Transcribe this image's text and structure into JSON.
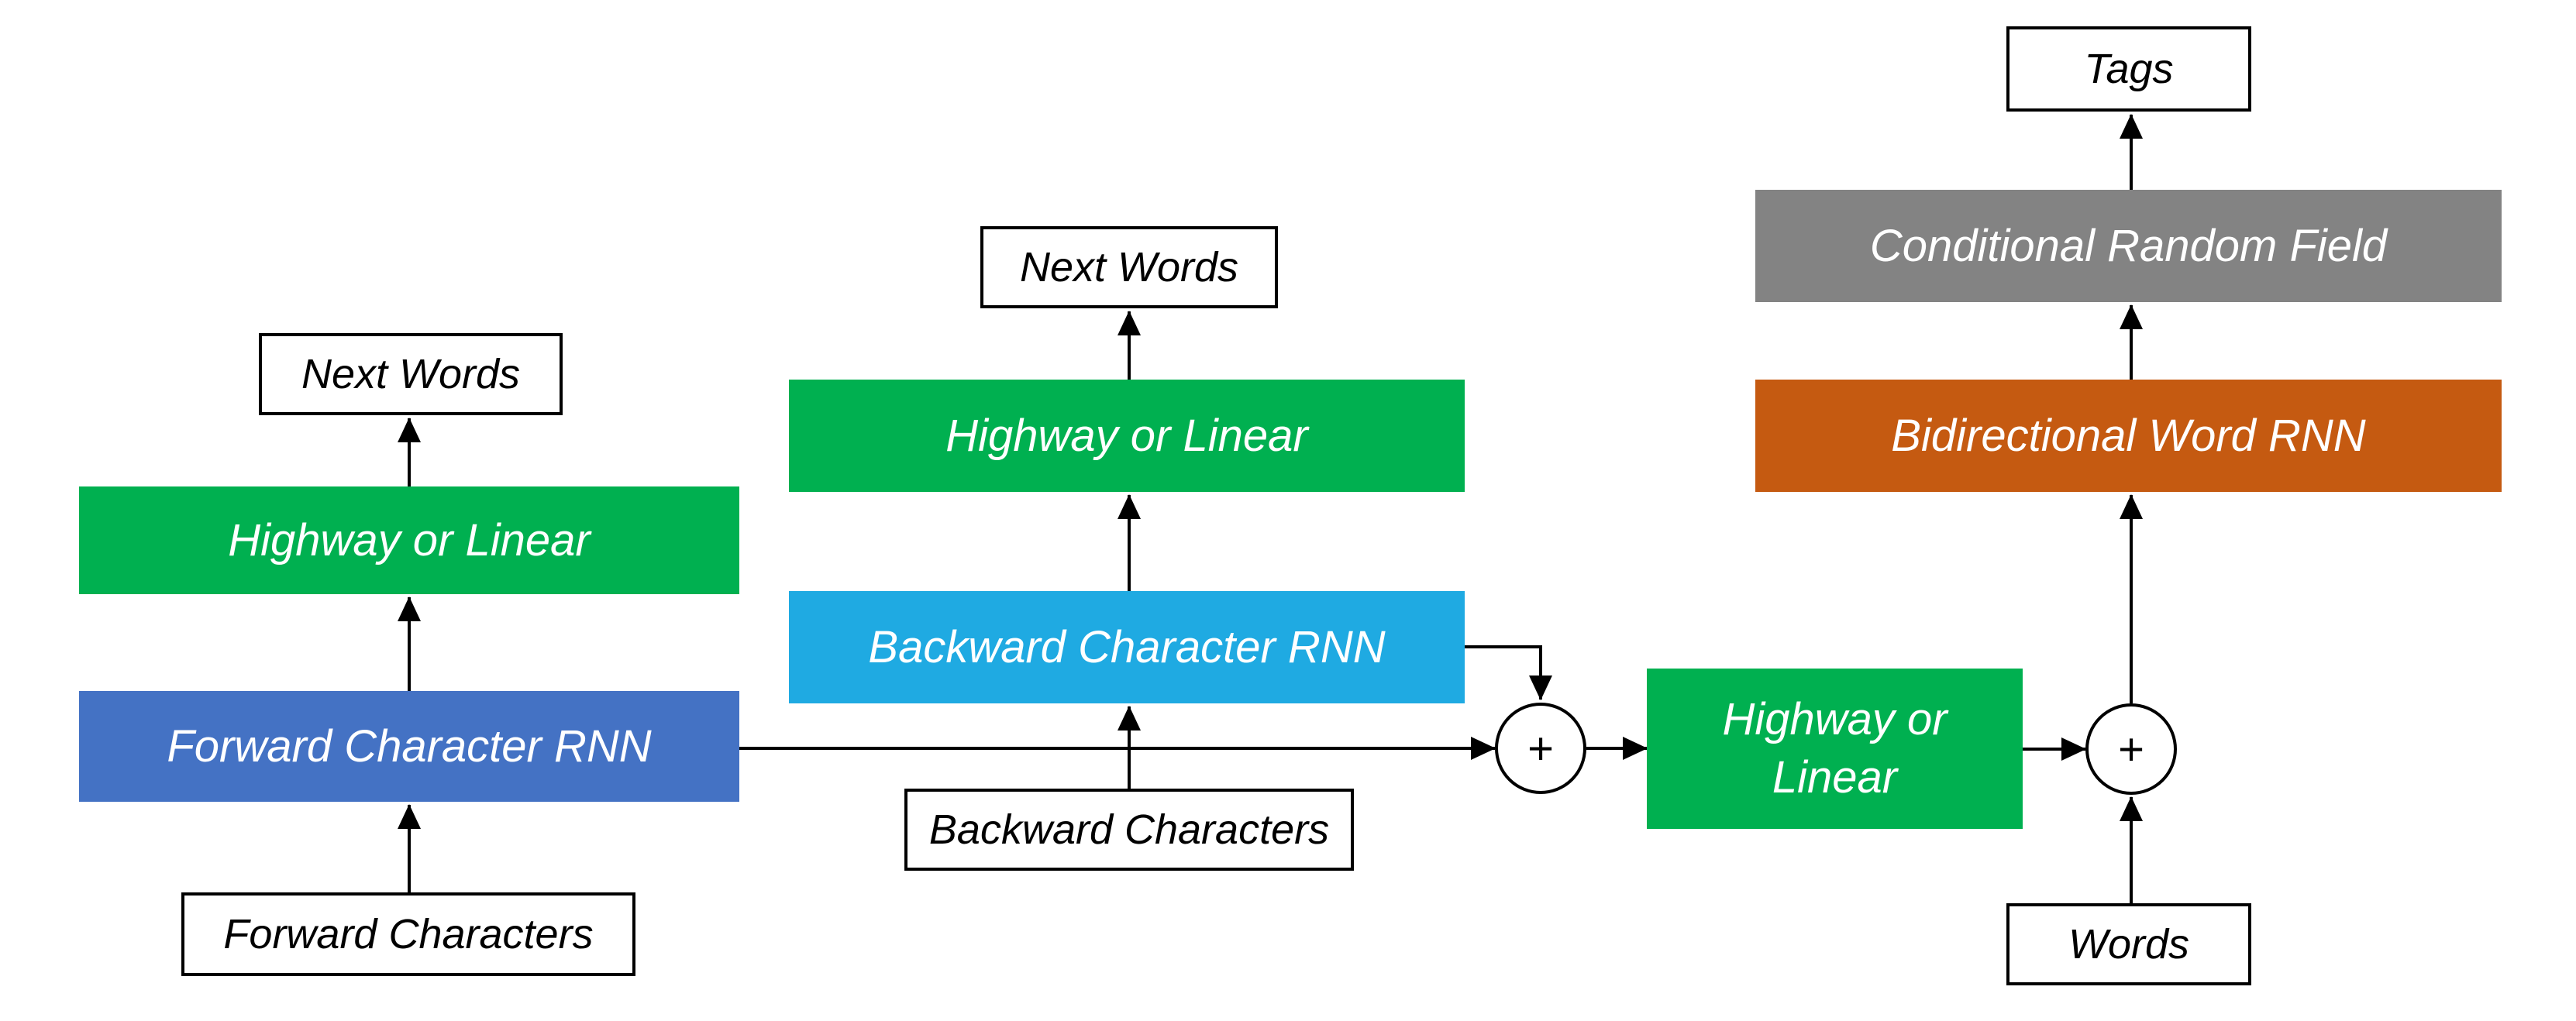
{
  "diagram": {
    "nodes": {
      "tags": {
        "label": "Tags"
      },
      "crf": {
        "label": "Conditional Random Field"
      },
      "bidirectional": {
        "label": "Bidirectional Word RNN"
      },
      "next_words_mid": {
        "label": "Next Words"
      },
      "highway_mid": {
        "label": "Highway or Linear"
      },
      "backward_rnn": {
        "label": "Backward Character RNN"
      },
      "backward_chars": {
        "label": "Backward Characters"
      },
      "next_words_left": {
        "label": "Next Words"
      },
      "highway_left": {
        "label": "Highway or Linear"
      },
      "forward_rnn": {
        "label": "Forward Character RNN"
      },
      "forward_chars": {
        "label": "Forward Characters"
      },
      "highway_right": {
        "line1": "Highway or",
        "line2": "Linear"
      },
      "words": {
        "label": "Words"
      }
    },
    "operators": {
      "sum1": "+",
      "sum2": "+"
    },
    "colors": {
      "green": "#00B050",
      "blue": "#4472C4",
      "cyan": "#1FAAE2",
      "orange": "#C55A11",
      "gray": "#838383",
      "line": "#000000",
      "text_on_color": "#FFFFFF",
      "text_on_white": "#000000",
      "background": "#FFFFFF"
    }
  }
}
